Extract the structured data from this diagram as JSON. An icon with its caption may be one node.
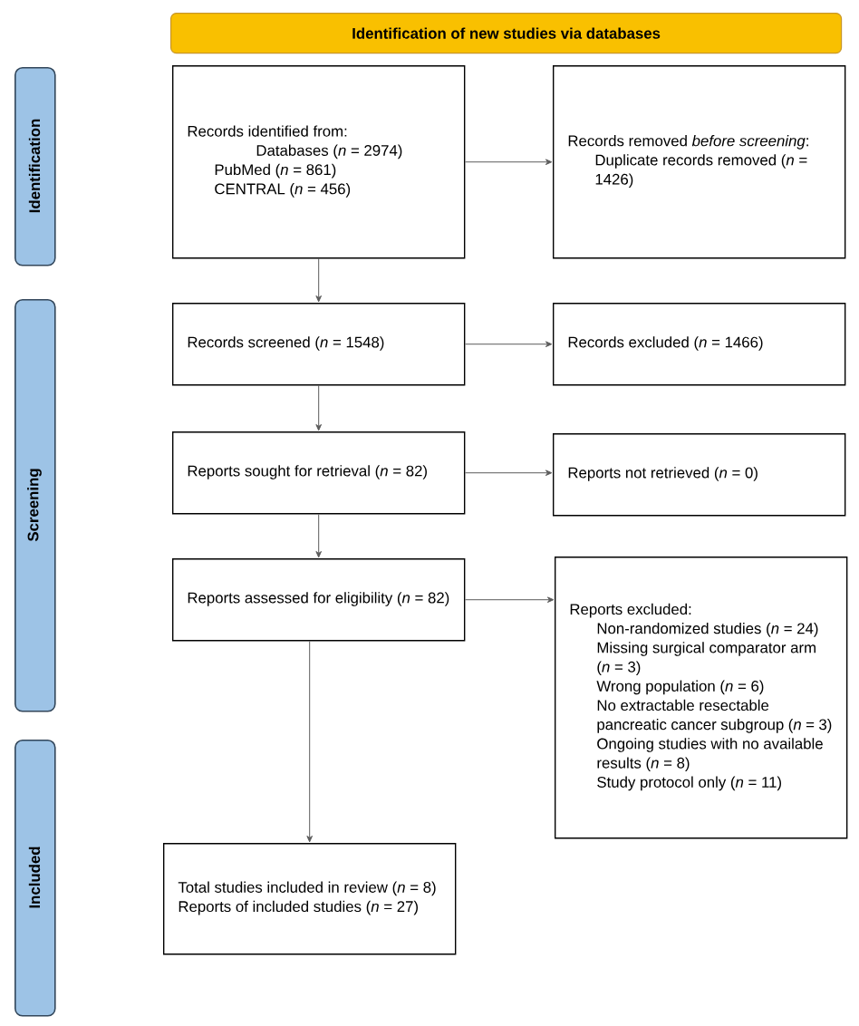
{
  "diagram": {
    "nodes": [
      {
        "text": [
          "Identification of new studies via databases"
        ]
      },
      {
        "text": [
          "Identification"
        ]
      },
      {
        "text": [
          "Screening"
        ]
      },
      {
        "text": [
          "Included"
        ]
      },
      {
        "text": [
          "Records identified from:",
          "Databases (*n* = 2974)",
          "PubMed (*n* = 861)",
          "CENTRAL (*n* = 456)"
        ]
      },
      {
        "text": [
          "Records removed *before screening*:",
          "Duplicate records removed (*n* = 1426)"
        ]
      },
      {
        "text": [
          "Records screened (*n* = 1548)"
        ]
      },
      {
        "text": [
          "Records excluded (*n* = 1466)"
        ]
      },
      {
        "text": [
          "Reports sought for retrieval (*n* = 82)"
        ]
      },
      {
        "text": [
          "Reports not retrieved (*n* = 0)"
        ]
      },
      {
        "text": [
          "Reports assessed for eligibility (*n* = 82)"
        ]
      },
      {
        "text": [
          "Reports excluded:",
          "Non-randomized studies (*n* = 24)",
          "Missing surgical comparator arm (*n* = 3)",
          "Wrong population (*n* = 6)",
          "No extractable resectable pancreatic cancer subgroup (*n* = 3)",
          "Ongoing studies with no available results (*n* = 8)",
          "Study protocol only (*n* = 11)"
        ]
      },
      {
        "text": [
          "Total studies included in review (*n* = 8)",
          "Reports of included studies (*n* = 27)"
        ]
      }
    ],
    "edges": [
      {
        "from": 4,
        "to": 5,
        "arrow": "to"
      },
      {
        "from": 4,
        "to": 6,
        "arrow": "to"
      },
      {
        "from": 6,
        "to": 7,
        "arrow": "to"
      },
      {
        "from": 6,
        "to": 8,
        "arrow": "to"
      },
      {
        "from": 8,
        "to": 9,
        "arrow": "to"
      },
      {
        "from": 8,
        "to": 10,
        "arrow": "to"
      },
      {
        "from": 10,
        "to": 11,
        "arrow": "to"
      },
      {
        "from": 10,
        "to": 12,
        "arrow": "to"
      }
    ]
  }
}
